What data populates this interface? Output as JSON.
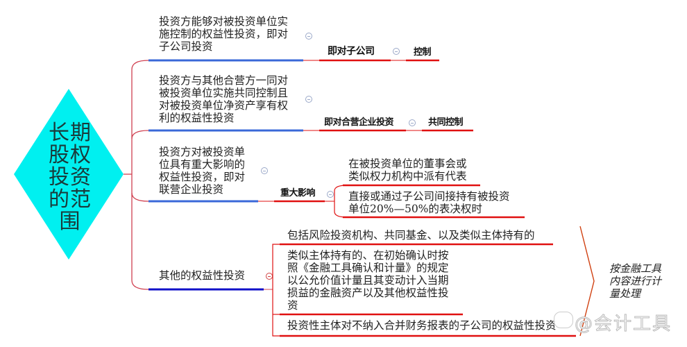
{
  "root": {
    "title": "长期股权投资的范围",
    "color": "#00f0f0"
  },
  "branches": [
    {
      "text": "投资方能够对被投资单位实施控制的权益性投资，即对子公司投资",
      "lines": [
        "投资方能够对被投资单位实",
        "施控制的权益性投资，即对",
        "子公司投资"
      ],
      "child": "即对子公司",
      "grandchild": "控制"
    },
    {
      "text": "投资方与其他合营方一同对被投资单位实施共同控制且对被投资单位净资产享有权利的权益性投资",
      "lines": [
        "投资方与其他合营方一同对",
        "被投资单位实施共同控制且",
        "对被投资单位净资产享有权",
        "利的权益性投资"
      ],
      "child": "即对合营企业投资",
      "grandchild": "共同控制"
    },
    {
      "text": "投资方对被投资单位具有重大影响的权益性投资，即对联营企业投资",
      "lines": [
        "投资方对被投资单",
        "位具有重大影响的",
        "权益性投资，即对",
        "联营企业投资"
      ],
      "child": "重大影响",
      "subitems": [
        {
          "lines": [
            "在被投资单位的董事会或",
            "类似权力机构中派有代表"
          ]
        },
        {
          "lines": [
            "直接或通过子公司间接持有被投资",
            "单位20%—50%的表决权时"
          ]
        }
      ]
    },
    {
      "text": "其他的权益性投资",
      "subitems": [
        {
          "lines": [
            "包括风险投资机构、共同基金、以及类似主体持有的"
          ]
        },
        {
          "lines": [
            "类似主体持有的、在初始确认时按",
            "照《金融工具确认和计量》的规定",
            "以公允价值计量且其变动计入当期",
            "损益的金融资产以及其他权益性投",
            "资"
          ]
        },
        {
          "lines": [
            "投资性主体对不纳入合并财务报表的子公司的权益性投资"
          ]
        }
      ]
    }
  ],
  "summary_note": {
    "lines": [
      "按金融工具",
      "内容进行计",
      "量处理"
    ]
  },
  "watermark": "@会计工具",
  "colors": {
    "branch_line": "#3a68d8",
    "branch_line_last": "#1010c8",
    "child_line": "#e01010",
    "connector": "#d04050"
  }
}
